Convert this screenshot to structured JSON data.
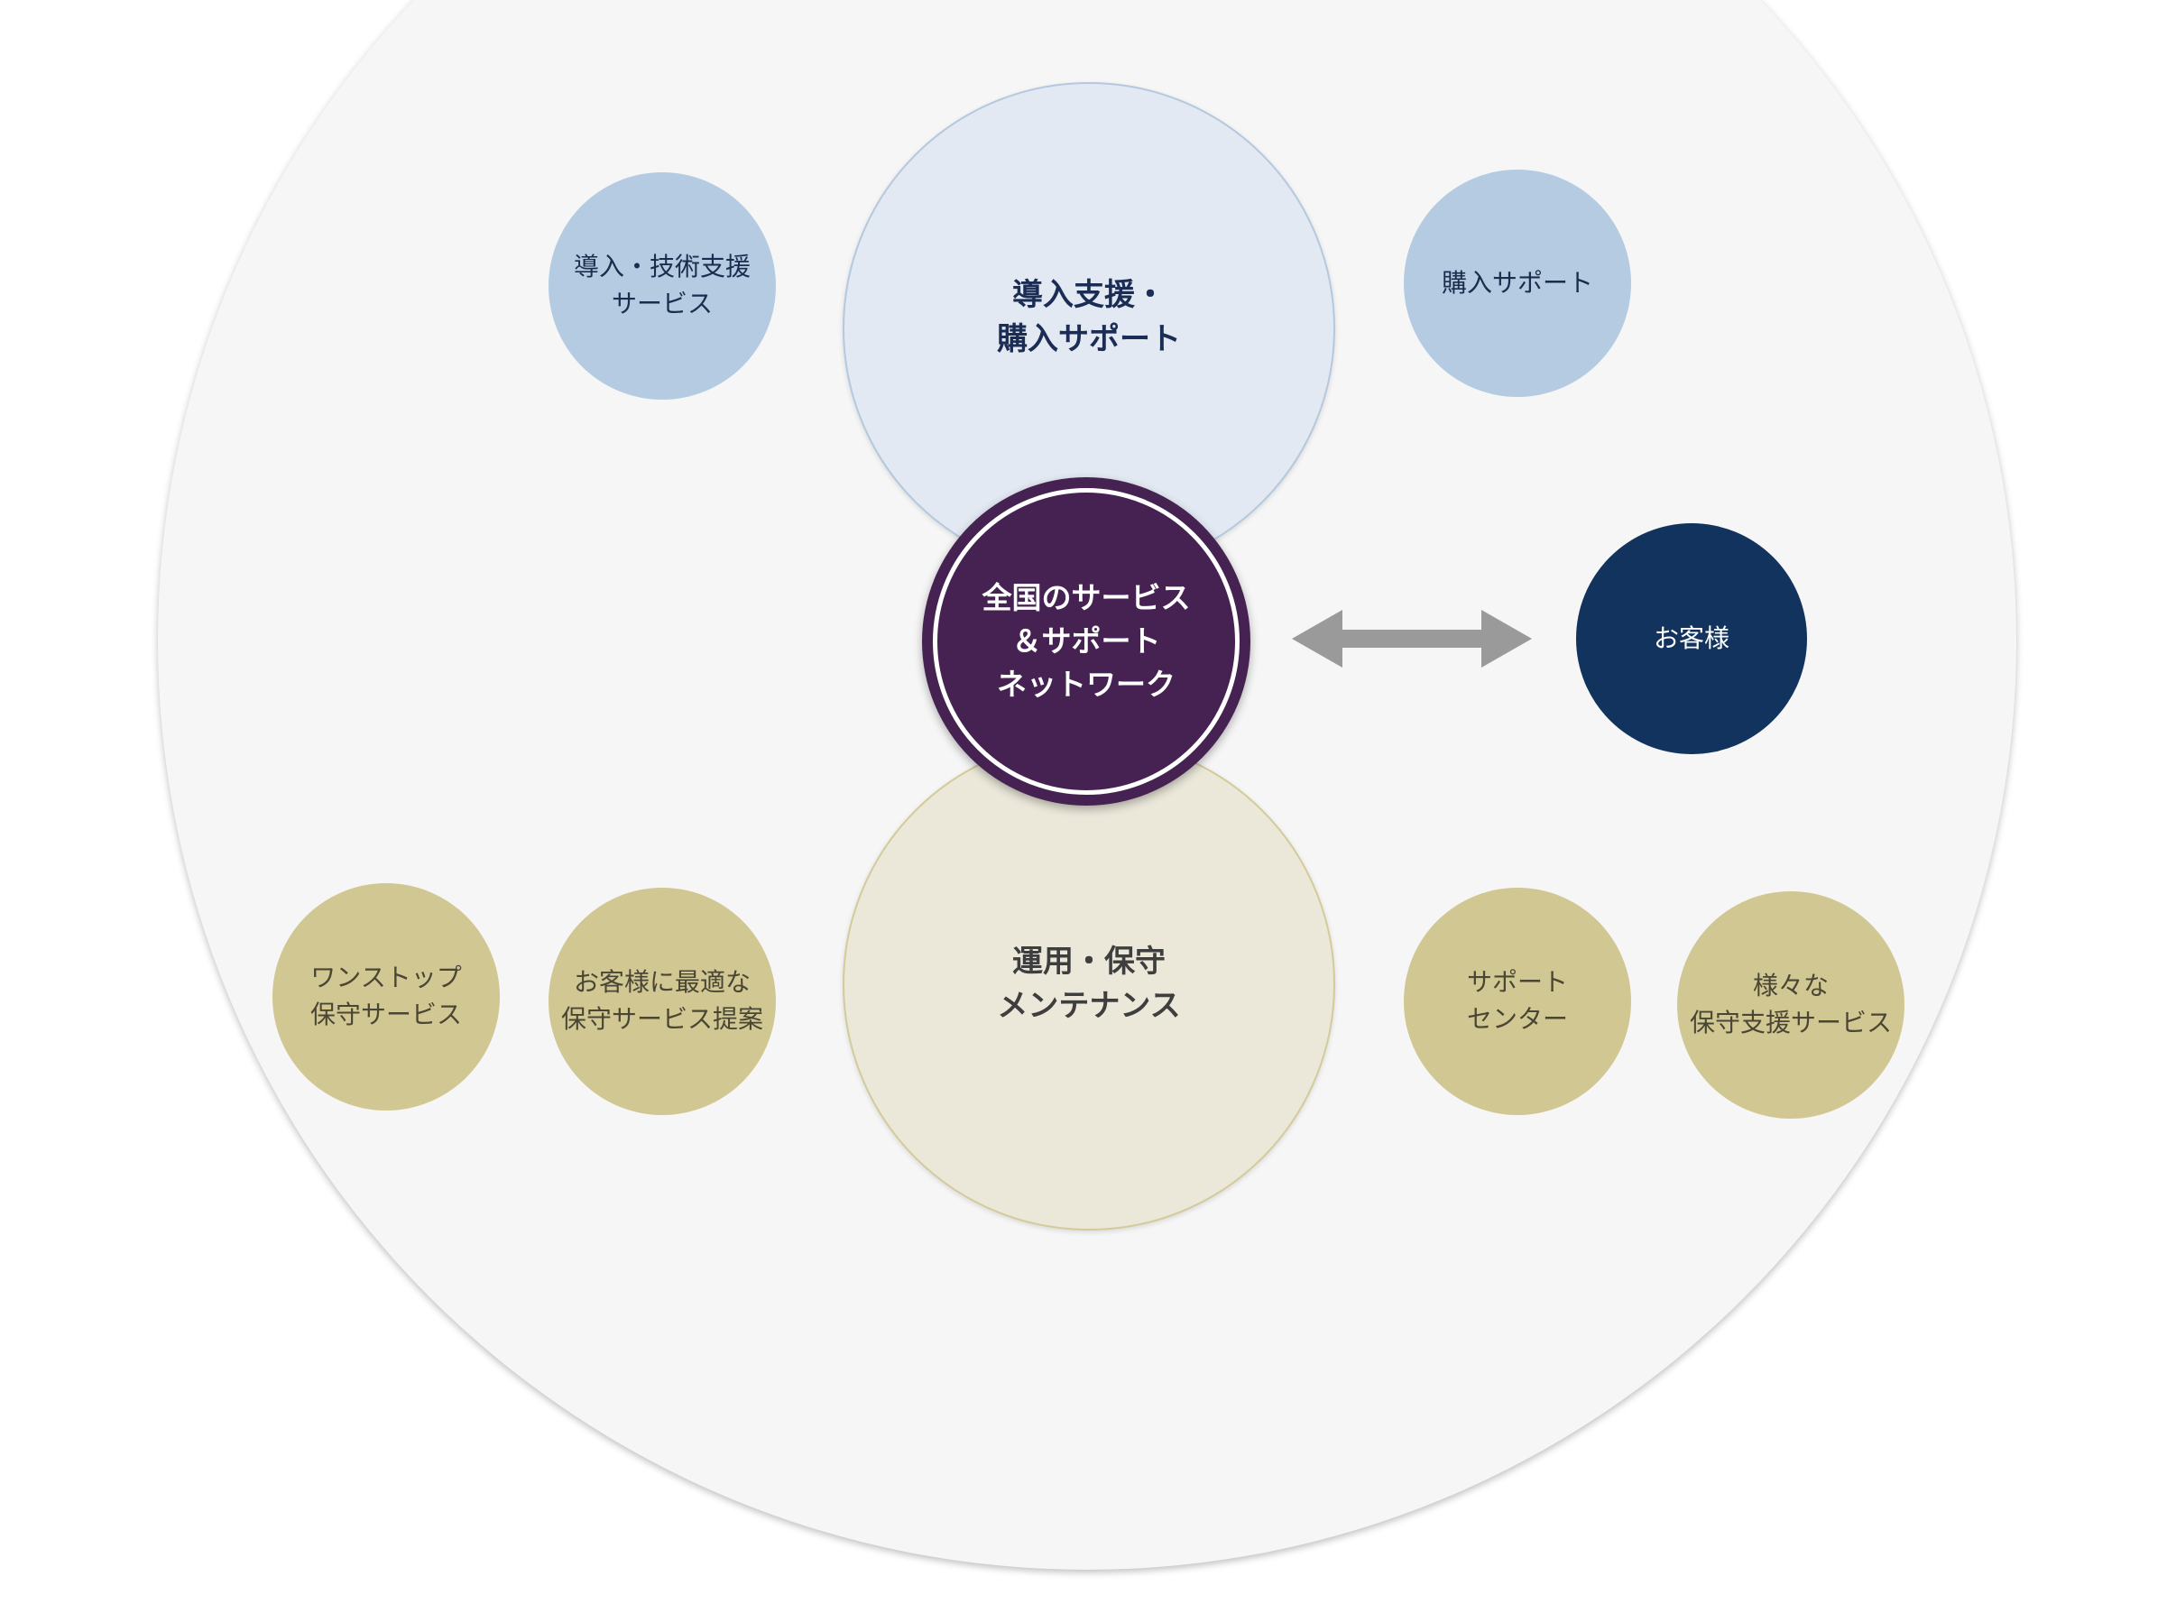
{
  "diagram": {
    "center": {
      "label": "全国のサービス\n＆サポート\nネットワーク"
    },
    "customer": {
      "label": "お客様"
    },
    "top_group": {
      "main": {
        "label": "導入支援・\n購入サポート"
      },
      "left": {
        "label": "導入・技術支援\nサービス"
      },
      "right": {
        "label": "購入サポート"
      }
    },
    "bottom_group": {
      "main": {
        "label": "運用・保守\nメンテナンス"
      },
      "far_left": {
        "label": "ワンストップ\n保守サービス"
      },
      "left": {
        "label": "お客様に最適な\n保守サービス提案"
      },
      "right": {
        "label": "サポート\nセンター"
      },
      "far_right": {
        "label": "様々な\n保守支援サービス"
      }
    },
    "colors": {
      "background": "#f6f6f6",
      "hub": "#452251",
      "customer": "#12335e",
      "blue_small": "#b4cbe1",
      "blue_large": "#e3e9f2",
      "olive_small": "#d1c793",
      "olive_large": "#ebe8da",
      "arrow": "#9a9a9a"
    }
  }
}
